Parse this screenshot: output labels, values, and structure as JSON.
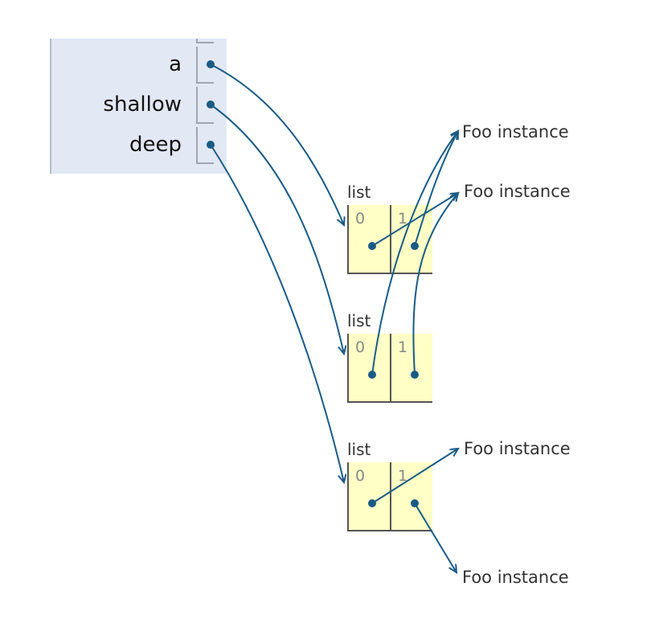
{
  "frame": {
    "variables": [
      {
        "name": "a"
      },
      {
        "name": "shallow"
      },
      {
        "name": "deep"
      }
    ]
  },
  "lists": [
    {
      "type_label": "list",
      "indices": [
        "0",
        "1"
      ]
    },
    {
      "type_label": "list",
      "indices": [
        "0",
        "1"
      ]
    },
    {
      "type_label": "list",
      "indices": [
        "0",
        "1"
      ]
    }
  ],
  "objects": [
    {
      "label": "Foo instance"
    },
    {
      "label": "Foo instance"
    },
    {
      "label": "Foo instance"
    },
    {
      "label": "Foo instance"
    }
  ],
  "colors": {
    "pointer": "#1a5b85",
    "frame_bg": "#e2e8f4",
    "cell_bg": "#ffffc6"
  }
}
